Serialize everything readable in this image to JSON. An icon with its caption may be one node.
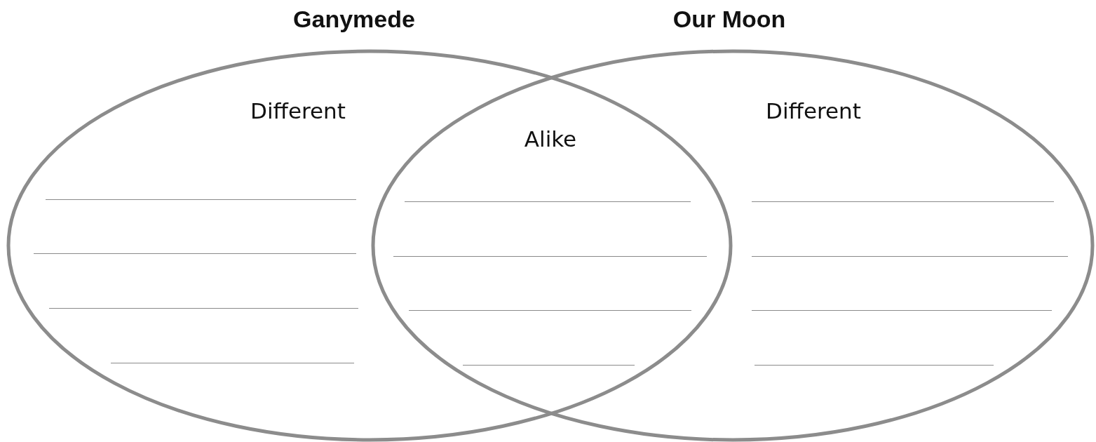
{
  "diagram": {
    "nodes": [
      {
        "text": [
          "Ganymede",
          "Different"
        ]
      },
      {
        "text": [
          "Our Moon",
          "Different"
        ]
      }
    ],
    "labels": [
      "Alike"
    ]
  }
}
